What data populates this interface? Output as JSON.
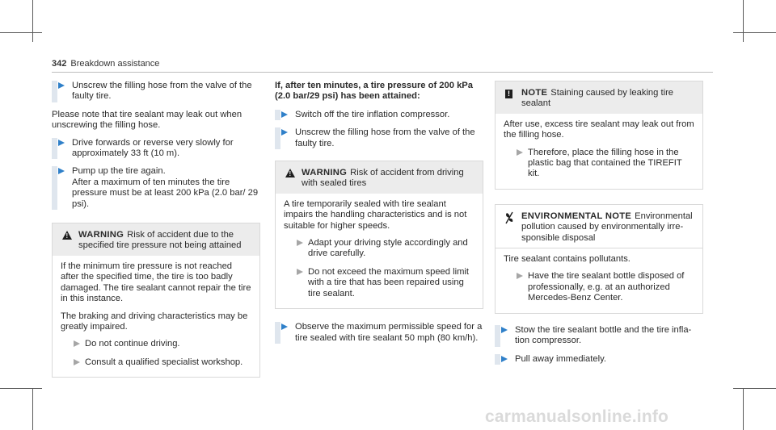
{
  "header": {
    "page_number": "342",
    "section_title": "Breakdown assistance"
  },
  "col1": {
    "step1": "Unscrew the filling hose from the valve of the faulty tire.",
    "para": "Please note that tire sealant may leak out when unscrewing the filling hose.",
    "step2": "Drive forwards or reverse very slowly for approximately 33 ft (10 m).",
    "step3_line1": "Pump up the tire again.",
    "step3_line2": "After a maximum of ten minutes the tire pressure must be at least 200 kPa (2.0 bar/ 29 psi).",
    "warning": {
      "tag": "WARNING",
      "title": "Risk of accident due to the specified tire pressure not being attained",
      "para1": "If the minimum tire pressure is not reached after the specified time, the tire is too badly damaged. The tire sealant cannot repair the tire in this instance.",
      "para2": "The braking and driving characteristics may be greatly impaired.",
      "step1": "Do not continue driving.",
      "step2": "Consult a qualified specialist workshop."
    }
  },
  "col2": {
    "heading": "If, after ten minutes, a tire pressure of 200 kPa (2.0 bar/29 psi) has been attained:",
    "step1": "Switch off the tire inflation compressor.",
    "step2": "Unscrew the filling hose from the valve of the faulty tire.",
    "warning": {
      "tag": "WARNING",
      "title": "Risk of accident from driving with sealed tires",
      "para": "A tire temporarily sealed with tire sealant impairs the handling characteristics and is not suitable for higher speeds.",
      "step1": "Adapt your driving style accordingly and drive carefully.",
      "step2": "Do not exceed the maximum speed limit with a tire that has been repaired using tire sealant."
    },
    "step3": "Observe the maximum permissible speed for a tire sealed with tire sealant 50 mph (80 km/h)."
  },
  "col3": {
    "note": {
      "tag": "NOTE",
      "title": "Staining caused by leaking tire sealant",
      "para": "After use, excess tire sealant may leak out from the filling hose.",
      "step": "Therefore, place the filling hose in the plastic bag that contained the TIREFIT kit."
    },
    "env": {
      "tag": "ENVIRONMENTAL NOTE",
      "title": "Environmental pollution caused by environmentally irre- sponsible disposal",
      "para": "Tire sealant contains pollutants.",
      "step": "Have the tire sealant bottle disposed of professionally, e.g. at an authorized Mercedes-Benz Center."
    },
    "step1": "Stow the tire sealant bottle and the tire infla- tion compressor.",
    "step2": "Pull away immediately."
  },
  "watermark": "carmanualsonline.info",
  "colors": {
    "accent_arrow": "#2f80c9",
    "bar": "#dfe6ee",
    "box_head": "#ececec"
  }
}
